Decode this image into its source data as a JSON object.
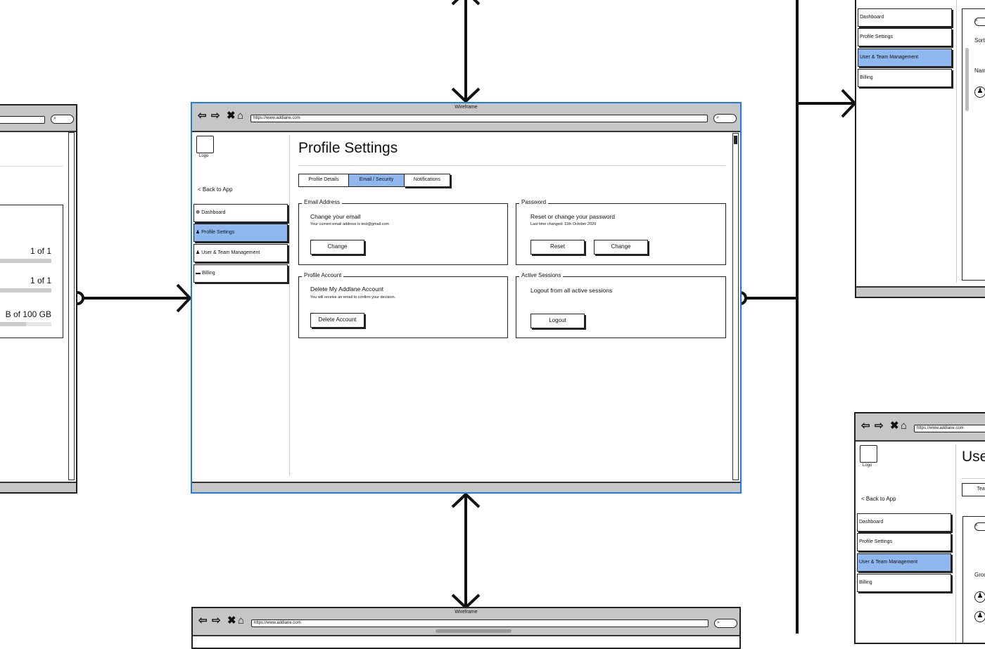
{
  "canvas": {
    "connector_color": "#111111",
    "selection_color": "#1a7fe0",
    "active_color": "#8fb8f0"
  },
  "main_window": {
    "title": "Wireframe",
    "url": "https://www.addlane.com",
    "logo_label": "Logo",
    "back_link": "Back to App",
    "nav": [
      {
        "label": "Dashboard",
        "icon": "dashboard-icon",
        "active": false
      },
      {
        "label": "Profile Settings",
        "icon": "user-icon",
        "active": true
      },
      {
        "label": "User & Team Management",
        "icon": "users-icon",
        "active": false
      },
      {
        "label": "Billing",
        "icon": "credit-card-icon",
        "active": false
      }
    ],
    "page_title": "Profile Settings",
    "tabs": [
      {
        "label": "Profile Details",
        "active": false
      },
      {
        "label": "Email / Security",
        "active": true
      },
      {
        "label": "Notifications",
        "active": false
      }
    ],
    "panels": {
      "email": {
        "legend": "Email Address",
        "heading": "Change your email",
        "sub": "Your current email address is test@gmail.com",
        "change_button": "Change"
      },
      "password": {
        "legend": "Password",
        "heading": "Reset or change your password",
        "sub": "Last time changed: 11th October 2020",
        "reset_button": "Reset",
        "change_button": "Change"
      },
      "account": {
        "legend": "Profile Account",
        "heading": "Delete My Addlane Account",
        "sub": "You will receive an email to confirm your decision.",
        "delete_button": "Delete Account"
      },
      "sessions": {
        "legend": "Active Sessions",
        "heading": "Logout from all active sessions",
        "logout_button": "Logout"
      }
    }
  },
  "left_window": {
    "rows": [
      {
        "value": "1 of 1",
        "fill_percent": 100
      },
      {
        "value": "1 of 1",
        "fill_percent": 100
      },
      {
        "value": "B of 100 GB",
        "fill_percent": 60
      }
    ]
  },
  "right_top_window": {
    "nav": [
      {
        "label": "Dashboard",
        "active": false
      },
      {
        "label": "Profile Settings",
        "active": false
      },
      {
        "label": "User & Team Management",
        "active": true
      },
      {
        "label": "Billing",
        "active": false
      }
    ],
    "sort_label": "Sort",
    "name_label": "Nam"
  },
  "right_bottom_window": {
    "url": "https://www.addlane.com",
    "logo_label": "Logo",
    "back_link": "Back to App",
    "page_title": "Use",
    "tab_label": "Team",
    "group_label": "Grou",
    "nav": [
      {
        "label": "Dashboard",
        "active": false
      },
      {
        "label": "Profile Settings",
        "active": false
      },
      {
        "label": "User & Team Management",
        "active": true
      },
      {
        "label": "Billing",
        "active": false
      }
    ]
  },
  "bottom_window": {
    "title": "Wireframe",
    "url": "https://www.addlane.com"
  }
}
